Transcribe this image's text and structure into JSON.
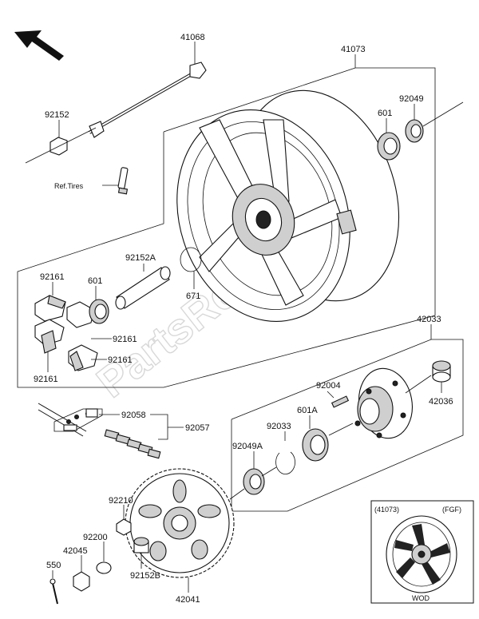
{
  "watermark": "PartsRepublik",
  "labels": {
    "p41068": "41068",
    "p41073": "41073",
    "p92152": "92152",
    "p601_top": "601",
    "p92049": "92049",
    "ref_tires": "Ref.Tires",
    "p92152A": "92152A",
    "p671": "671",
    "p92161_a": "92161",
    "p601_left": "601",
    "p92161_b": "92161",
    "p92161_c": "92161",
    "p92161_d": "92161",
    "p42033": "42033",
    "p92004": "92004",
    "p42036": "42036",
    "p601A": "601A",
    "p92033": "92033",
    "p92058": "92058",
    "p92057": "92057",
    "p92049A": "92049A",
    "p92210": "92210",
    "p92200": "92200",
    "p42045": "42045",
    "p550": "550",
    "p92152B": "92152B",
    "p42041": "42041"
  },
  "inset": {
    "code": "(41073)",
    "variant": "(FGF)",
    "caption": "WOD"
  },
  "colors": {
    "line": "#111111",
    "fill_gray": "#cfcfcf",
    "watermark": "#d8d8d8"
  },
  "icons": [
    "front-direction-arrow-icon"
  ]
}
